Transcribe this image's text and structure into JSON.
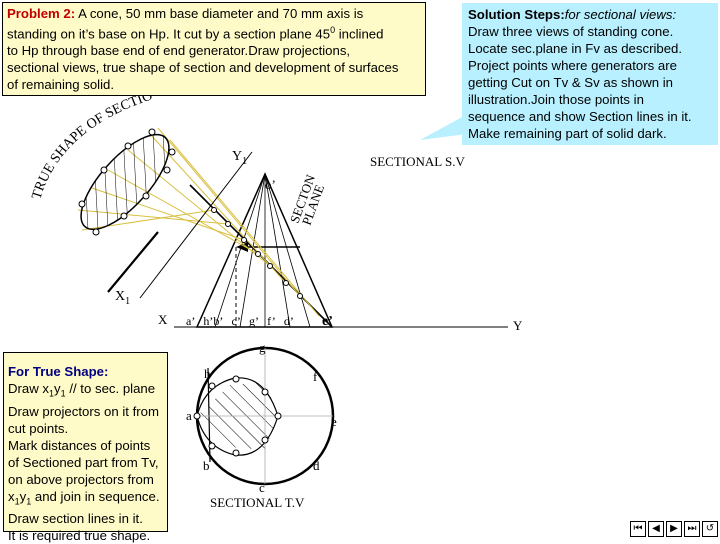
{
  "problem": {
    "lead": "Problem 2:",
    "line1": " A cone, 50 mm base diameter and 70 mm axis is",
    "line2": "standing on it’s base on Hp. It cut by a section plane 45",
    "line2_sup": "0",
    "line2_end": " inclined",
    "line3": " to Hp through base end of end generator.Draw projections,",
    "line4": "sectional views, true shape of section and development of surfaces",
    "line5": "of remaining solid."
  },
  "solution": {
    "lead": "Solution Steps:",
    "lead2": "for sectional views:",
    "lines": [
      "Draw three views of standing cone.",
      "Locate sec.plane in Fv as described.",
      "Project points where generators are",
      "getting Cut on Tv & Sv as shown in",
      "illustration.Join those points in",
      "sequence and show Section lines in it.",
      "Make remaining part of solid dark."
    ]
  },
  "true_shape_box": {
    "lead": "For True Shape:",
    "line1": "Draw x",
    "line1_sub1": "1",
    "line1_mid": "y",
    "line1_sub2": "1",
    "line1_end": " // to sec. plane",
    "line2": "Draw projectors on it from",
    "line3": "cut points.",
    "line4": "Mark distances of points",
    "line5": "of Sectioned part from Tv,",
    "line6": "on above projectors from",
    "line7a": "x",
    "line7_sub1": "1",
    "line7b": "y",
    "line7_sub2": "1",
    "line7c": " and join in sequence.",
    "line8": "Draw section lines in it.",
    "line9": "It is required true shape."
  },
  "labels": {
    "true_shape_of_section": "TRUE SHAPE OF SECTION",
    "section_plane_1": "SECTON",
    "section_plane_2": "PLANE",
    "sectional_sv": "SECTIONAL S.V",
    "sectional_tv": "SECTIONAL T.V",
    "y1": "Y",
    "y1_sub": "1",
    "x1": "X",
    "x1_sub": "1",
    "x": "X",
    "y": "Y",
    "apex": "o’",
    "fv_points": "a’ h’b’ c’ g’ f’ d’",
    "fv_e": "e’",
    "tv_g": "g",
    "tv_h": "h",
    "tv_f": "f",
    "tv_a": "a",
    "tv_e": "e",
    "tv_b": "b",
    "tv_d": "d",
    "tv_c": "c"
  },
  "nav": {
    "buttons": [
      "⏮",
      "◀",
      "▶",
      "⏭",
      "↺"
    ]
  }
}
